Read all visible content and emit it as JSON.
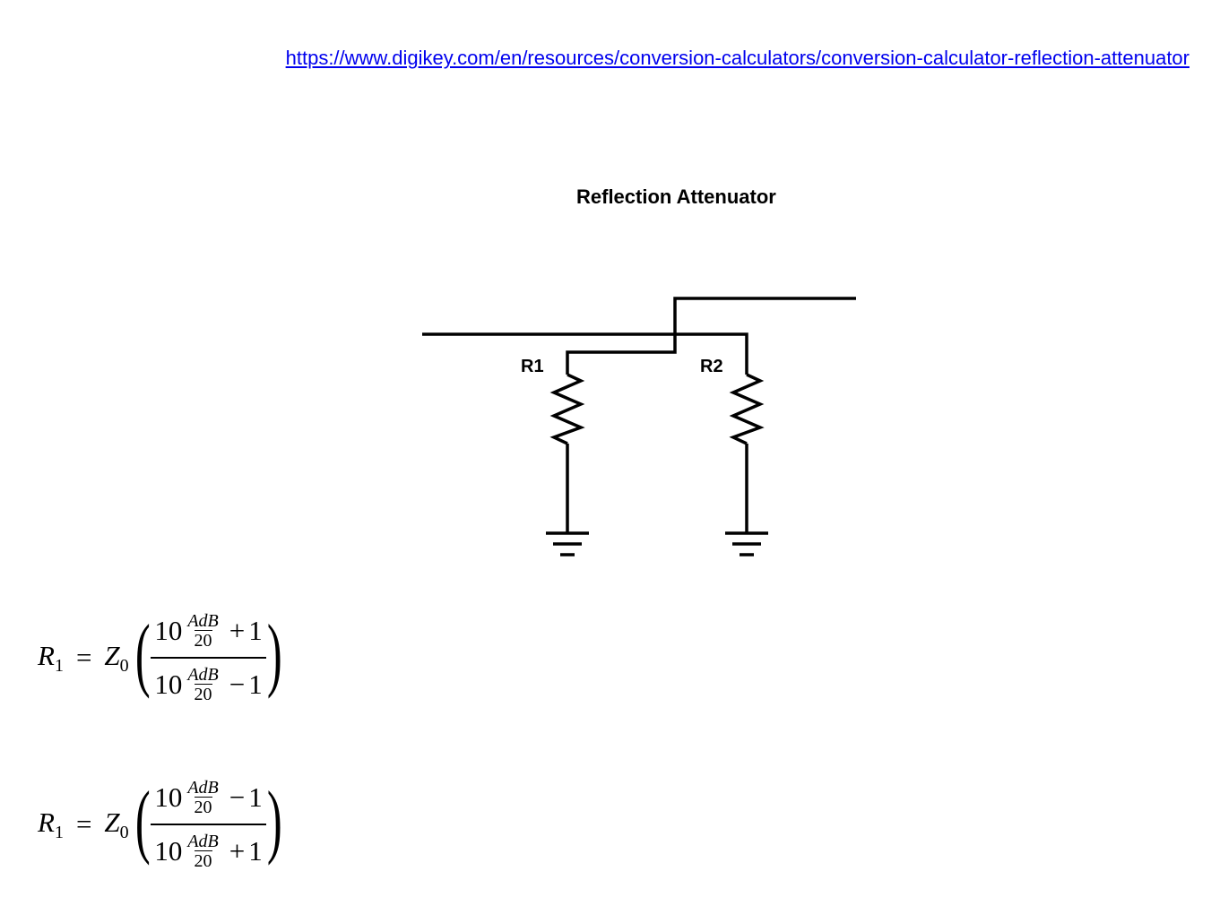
{
  "link": {
    "url": "https://www.digikey.com/en/resources/conversion-calculators/conversion-calculator-reflection-attenuator"
  },
  "diagram": {
    "title": "Reflection Attenuator",
    "resistors": [
      {
        "label": "R1"
      },
      {
        "label": "R2"
      }
    ]
  },
  "formulas": [
    {
      "lhs_symbol": "R",
      "lhs_subscript": "1",
      "equals": "=",
      "coef_symbol": "Z",
      "coef_subscript": "0",
      "open_paren": "(",
      "close_paren": ")",
      "numerator": {
        "base": "10",
        "exp_top": "AdB",
        "exp_bottom": "20",
        "sign": "+",
        "constant": "1"
      },
      "denominator": {
        "base": "10",
        "exp_top": "AdB",
        "exp_bottom": "20",
        "sign": "−",
        "constant": "1"
      }
    },
    {
      "lhs_symbol": "R",
      "lhs_subscript": "1",
      "equals": "=",
      "coef_symbol": "Z",
      "coef_subscript": "0",
      "open_paren": "(",
      "close_paren": ")",
      "numerator": {
        "base": "10",
        "exp_top": "AdB",
        "exp_bottom": "20",
        "sign": "−",
        "constant": "1"
      },
      "denominator": {
        "base": "10",
        "exp_top": "AdB",
        "exp_bottom": "20",
        "sign": "+",
        "constant": "1"
      }
    }
  ]
}
